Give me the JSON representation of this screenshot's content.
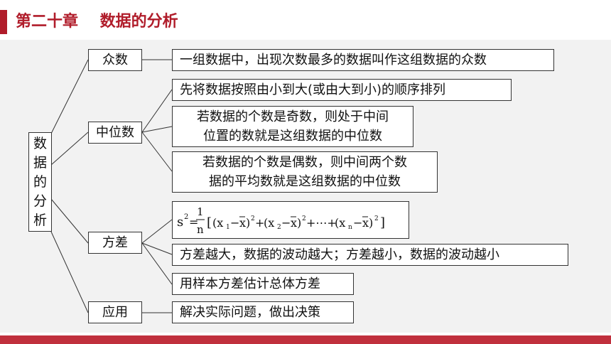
{
  "header": {
    "chapter": "第二十章",
    "topic": "数据的分析"
  },
  "root": {
    "chars": [
      "数",
      "据",
      "的",
      "分",
      "析"
    ]
  },
  "branches": {
    "mode": {
      "label": "众数",
      "definition": "一组数据中，出现次数最多的数据叫作这组数据的众数"
    },
    "median": {
      "label": "中位数",
      "step": "先将数据按照由小到大(或由大到小)的顺序排列",
      "odd_line1": "若数据的个数是奇数，则处于中间",
      "odd_line2": "位置的数就是这组数据的中位数",
      "even_line1": "若数据的个数是偶数，则中间两个数",
      "even_line2": "据的平均数就是这组数据的中位数"
    },
    "variance": {
      "label": "方差",
      "formula": "s²=1/n[(x₁−x̄)²+(x₂−x̄)²+⋯+(xₙ−x̄)²]",
      "meaning": "方差越大，数据的波动越大；方差越小，数据的波动越小",
      "estimate": "用样本方差估计总体方差"
    },
    "application": {
      "label": "应用",
      "text": "解决实际问题，做出决策"
    }
  },
  "colors": {
    "accent": "#b01c2a",
    "bottom_bar": "#c0303d",
    "panel": "#f2f2f2"
  }
}
